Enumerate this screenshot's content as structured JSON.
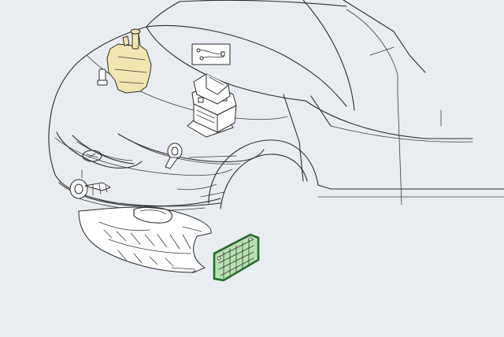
{
  "colors": {
    "background": "#e9edf1",
    "line": "#2b2b2b",
    "washer_reservoir_highlight": "#f1e6b2",
    "air_guide_highlight": "#b9e0b3",
    "air_guide_outline": "#3fa64a"
  },
  "parts": [
    {
      "id": "washer-reservoir",
      "highlighted": true,
      "highlight_color": "yellow"
    },
    {
      "id": "washer-pump",
      "highlighted": false
    },
    {
      "id": "battery",
      "highlighted": false
    },
    {
      "id": "battery-cable-inset",
      "highlighted": false
    },
    {
      "id": "horn",
      "highlighted": false
    },
    {
      "id": "horn-low",
      "highlighted": false
    },
    {
      "id": "engine-undercover",
      "highlighted": false
    },
    {
      "id": "front-air-guide",
      "highlighted": true,
      "highlight_color": "green"
    }
  ]
}
